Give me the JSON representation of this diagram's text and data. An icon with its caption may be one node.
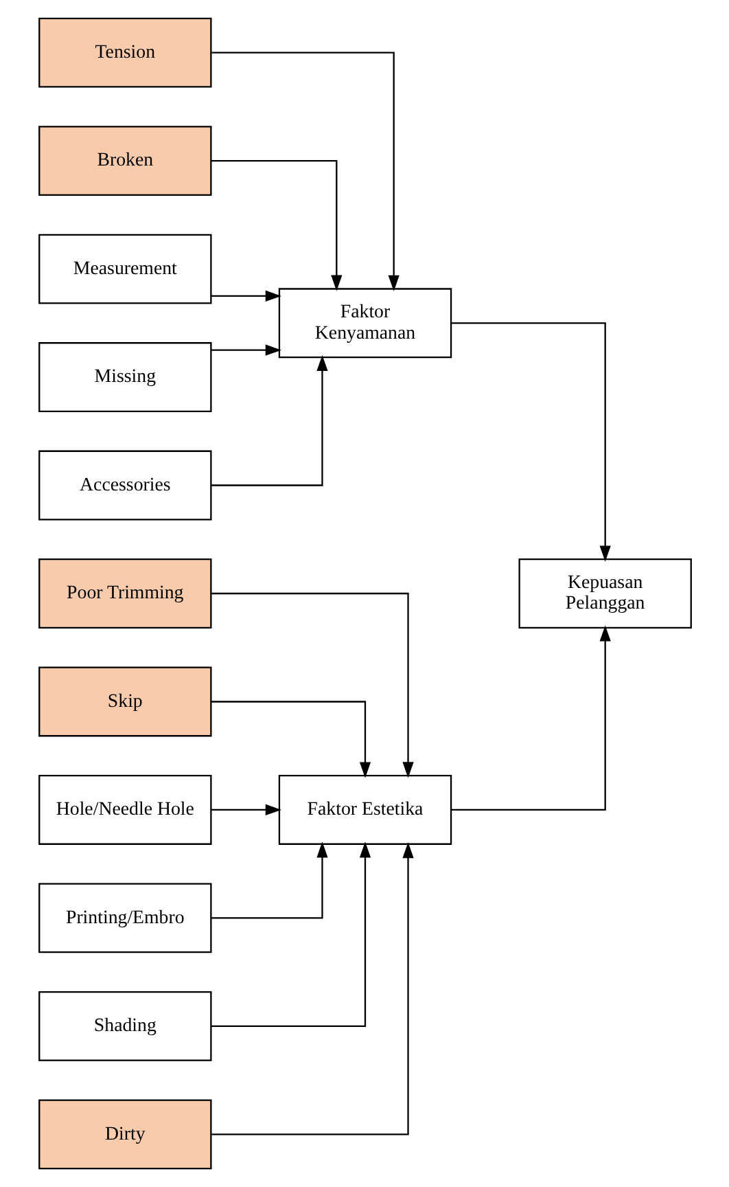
{
  "diagram": {
    "nodes": [
      {
        "text": [
          "Poor Trimming"
        ]
      },
      {
        "text": [
          "Skip"
        ]
      },
      {
        "text": [
          "Hole/Needle Hole"
        ]
      },
      {
        "text": [
          "Printing/Embro"
        ]
      },
      {
        "text": [
          "Shading"
        ]
      },
      {
        "text": [
          "Dirty"
        ]
      },
      {
        "text": [
          "Faktor Estetika"
        ]
      },
      {
        "text": [
          "Tension"
        ]
      },
      {
        "text": [
          "Broken"
        ]
      },
      {
        "text": [
          "Measurement"
        ]
      },
      {
        "text": [
          "Missing"
        ]
      },
      {
        "text": [
          "Accessories"
        ]
      },
      {
        "text": [
          "Faktor Kenyamanan"
        ]
      },
      {
        "text": [
          "Kepuasan Pelanggan"
        ]
      }
    ],
    "edges": [
      {
        "from": 0,
        "to": 6,
        "arrow": "to"
      },
      {
        "from": 1,
        "to": 6,
        "arrow": "to"
      },
      {
        "from": 2,
        "to": 6,
        "arrow": "to"
      },
      {
        "from": 3,
        "to": 6,
        "arrow": "to"
      },
      {
        "from": 4,
        "to": 6,
        "arrow": "to"
      },
      {
        "from": 5,
        "to": 6,
        "arrow": "to"
      },
      {
        "from": 7,
        "to": 12,
        "arrow": "to"
      },
      {
        "from": 8,
        "to": 12,
        "arrow": "to"
      },
      {
        "from": 9,
        "to": 12,
        "arrow": "to"
      },
      {
        "from": 10,
        "to": 12,
        "arrow": "to"
      },
      {
        "from": 11,
        "to": 12,
        "arrow": "to"
      },
      {
        "from": 6,
        "to": 13,
        "arrow": "to"
      },
      {
        "from": 12,
        "to": 13,
        "arrow": "to"
      }
    ]
  }
}
